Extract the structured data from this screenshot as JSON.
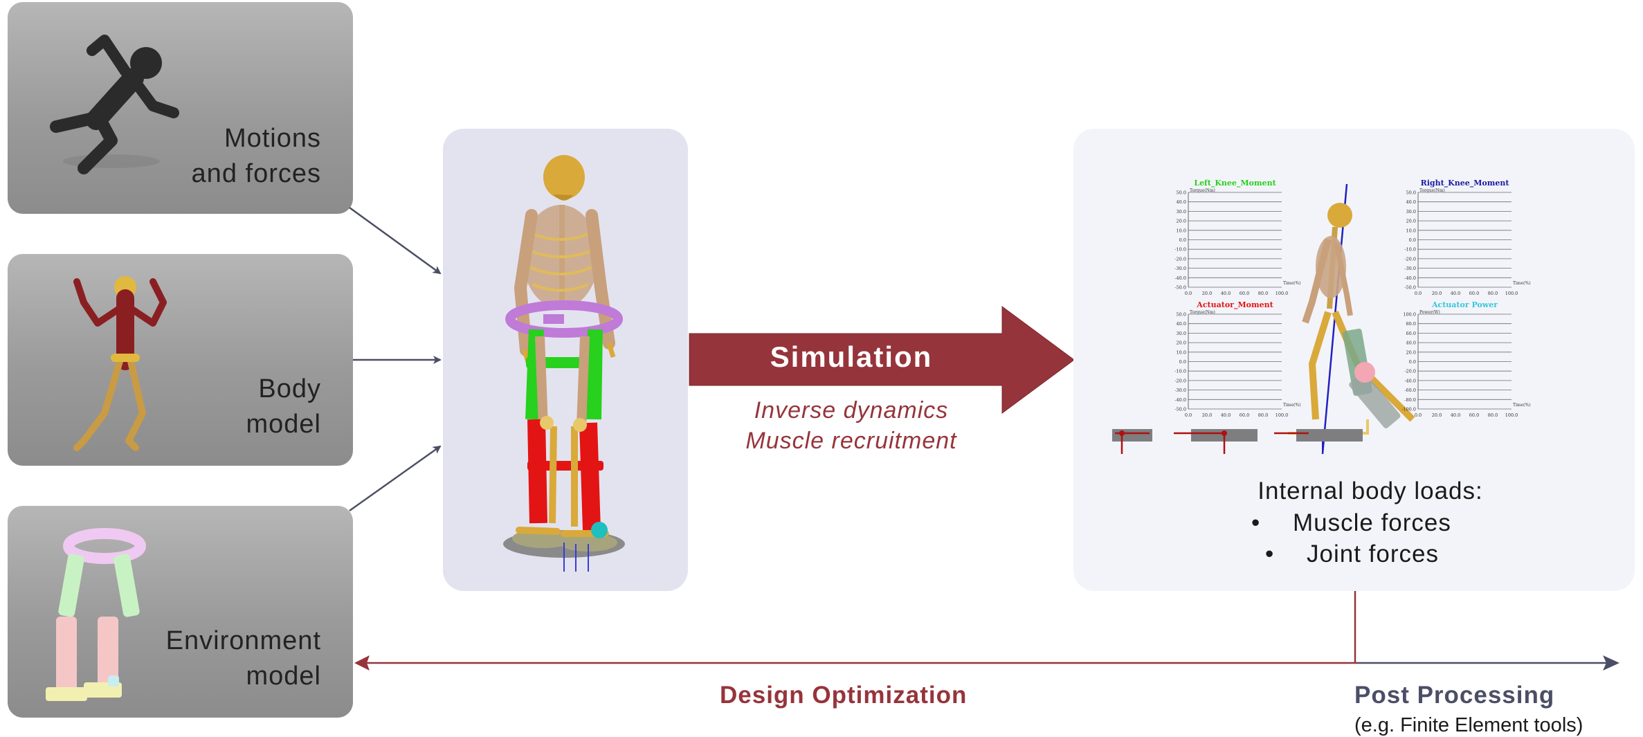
{
  "inputs": {
    "motions": {
      "line1": "Motions",
      "line2": "and forces"
    },
    "body": {
      "line1": "Body",
      "line2": "model"
    },
    "environment": {
      "line1": "Environment",
      "line2": "model"
    }
  },
  "simulation": {
    "label": "Simulation",
    "method1": "Inverse dynamics",
    "method2": "Muscle recruitment"
  },
  "results": {
    "plots": [
      {
        "title": "Left_Knee_Moment",
        "ylabel": "Torque(Nm)",
        "xlabel": "Time(%)",
        "yticks": [
          "50.0",
          "40.0",
          "30.0",
          "20.0",
          "10.0",
          "0.0",
          "-10.0",
          "-20.0",
          "-30.0",
          "-40.0",
          "-50.0"
        ],
        "xticks": [
          "0.0",
          "20.0",
          "40.0",
          "60.0",
          "80.0",
          "100.0"
        ]
      },
      {
        "title": "Right_Knee_Moment",
        "ylabel": "Torque(Nm)",
        "xlabel": "Time(%)",
        "yticks": [
          "50.0",
          "40.0",
          "30.0",
          "20.0",
          "10.0",
          "0.0",
          "-10.0",
          "-20.0",
          "-30.0",
          "-40.0",
          "-50.0"
        ],
        "xticks": [
          "0.0",
          "20.0",
          "40.0",
          "60.0",
          "80.0",
          "100.0"
        ]
      },
      {
        "title": "Actuator_Moment",
        "ylabel": "Torque(Nm)",
        "xlabel": "Time(%)",
        "yticks": [
          "50.0",
          "40.0",
          "30.0",
          "20.0",
          "10.0",
          "0.0",
          "-10.0",
          "-20.0",
          "-30.0",
          "-40.0",
          "-50.0"
        ],
        "xticks": [
          "0.0",
          "20.0",
          "40.0",
          "60.0",
          "80.0",
          "100.0"
        ]
      },
      {
        "title": "Actuator Power",
        "ylabel": "Power(W)",
        "xlabel": "Time(%)",
        "yticks": [
          "100.0",
          "80.0",
          "60.0",
          "40.0",
          "20.0",
          "0.0",
          "-20.0",
          "-40.0",
          "-60.0",
          "-80.0",
          "-100.0"
        ],
        "xticks": [
          "0.0",
          "20.0",
          "40.0",
          "60.0",
          "80.0",
          "100.0"
        ]
      }
    ],
    "loads_title": "Internal body loads:",
    "loads": [
      "Muscle forces",
      "Joint forces"
    ]
  },
  "footer": {
    "design_optimization": "Design Optimization",
    "post_processing": "Post Processing",
    "post_processing_note": "(e.g. Finite Element tools)"
  },
  "colors": {
    "accent_red": "#96343b",
    "arrow_gray": "#4b4e66",
    "bone": "#c8a548",
    "muscle": "#8a1f22",
    "exo_green": "#27d11e",
    "exo_red": "#e31414",
    "exo_violet": "#c07ad8"
  },
  "icons": [
    "running-figure-icon",
    "skeleton-icon",
    "exoskeleton-icon"
  ]
}
